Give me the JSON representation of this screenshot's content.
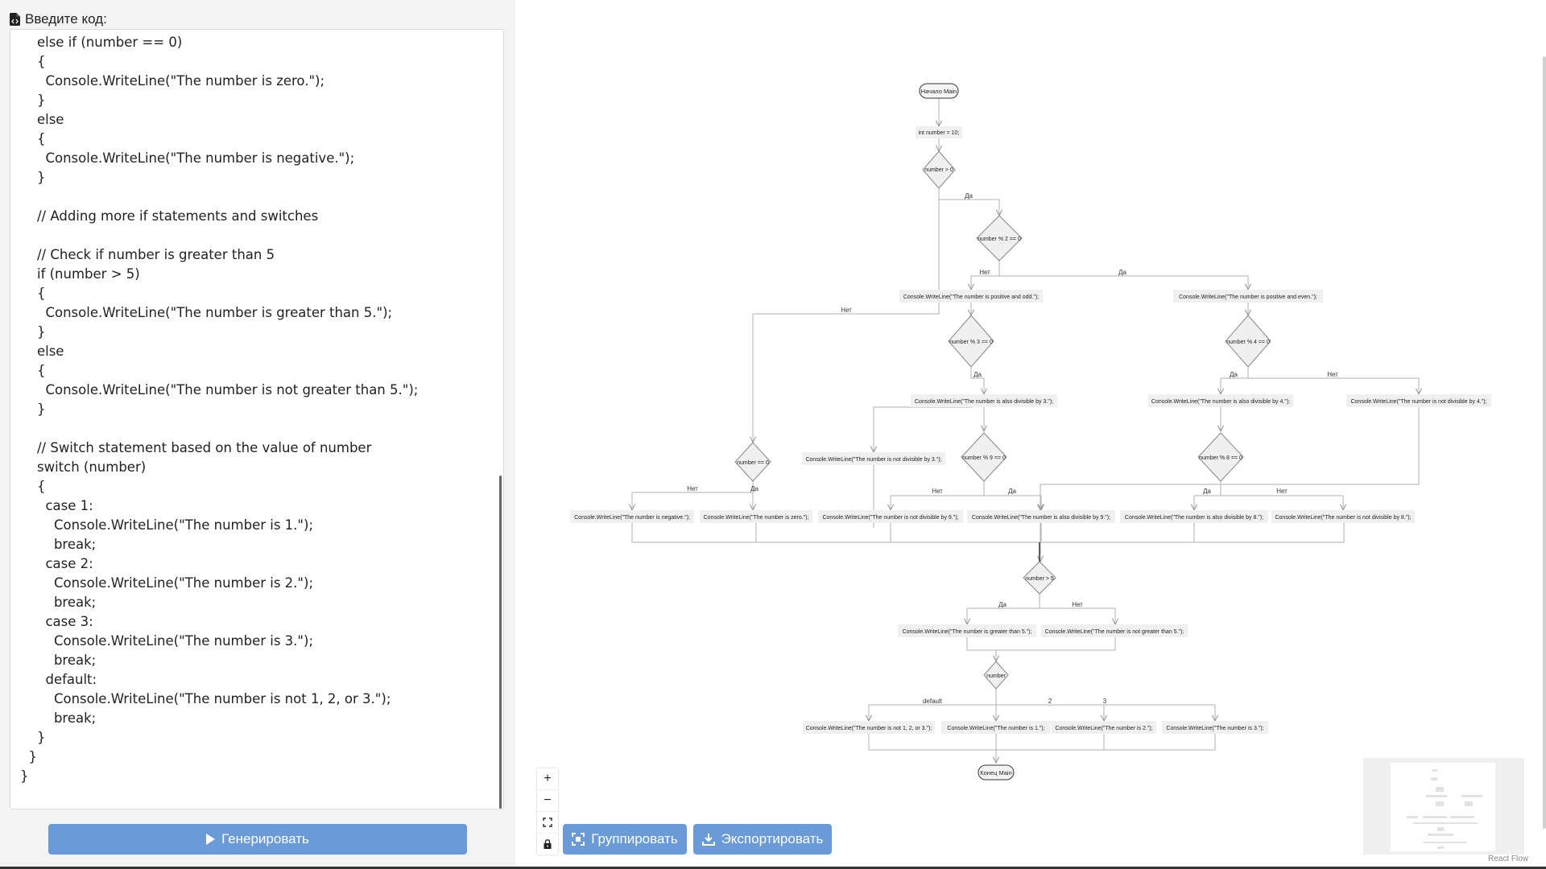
{
  "code_panel": {
    "label": "Введите код:",
    "label_icon": "code-file-icon",
    "code": "    else if (number == 0)\n    {\n      Console.WriteLine(\"The number is zero.\");\n    }\n    else\n    {\n      Console.WriteLine(\"The number is negative.\");\n    }\n\n    // Adding more if statements and switches\n\n    // Check if number is greater than 5\n    if (number > 5)\n    {\n      Console.WriteLine(\"The number is greater than 5.\");\n    }\n    else\n    {\n      Console.WriteLine(\"The number is not greater than 5.\");\n    }\n\n    // Switch statement based on the value of number\n    switch (number)\n    {\n      case 1:\n        Console.WriteLine(\"The number is 1.\");\n        break;\n      case 2:\n        Console.WriteLine(\"The number is 2.\");\n        break;\n      case 3:\n        Console.WriteLine(\"The number is 3.\");\n        break;\n      default:\n        Console.WriteLine(\"The number is not 1, 2, or 3.\");\n        break;\n    }\n  }\n}",
    "generate_button": "Генерировать"
  },
  "toolbar": {
    "group_button": "Группировать",
    "export_button": "Экспортировать",
    "zoom_in": "+",
    "zoom_out": "−"
  },
  "flowchart": {
    "nodes": {
      "start": "Начало Main",
      "decl": "int number = 10;",
      "d_pos": "number > 0",
      "d_mod2": "number % 2 == 0",
      "odd": "Console.WriteLine(\"The number is positive and odd.\");",
      "even": "Console.WriteLine(\"The number is positive and even.\");",
      "d_mod3": "number % 3 == 0",
      "d_mod4": "number % 4 == 0",
      "div3": "Console.WriteLine(\"The number is also divisible by 3.\");",
      "div4": "Console.WriteLine(\"The number is also divisible by 4.\");",
      "notdiv4": "Console.WriteLine(\"The number is not divisible by 4.\");",
      "notdiv3": "Console.WriteLine(\"The number is not divisible by 3.\");",
      "d_zero": "number == 0",
      "d_mod9": "number % 9 == 0",
      "d_mod8": "number % 8 == 0",
      "neg": "Console.WriteLine(\"The number is negative.\");",
      "zero": "Console.WriteLine(\"The number is zero.\");",
      "notdiv9": "Console.WriteLine(\"The number is not divisible by 9.\");",
      "div9": "Console.WriteLine(\"The number is also divisible by 9.\");",
      "div8": "Console.WriteLine(\"The number is also divisible by 8.\");",
      "notdiv8": "Console.WriteLine(\"The number is not divisible by 8.\");",
      "d_gt5": "number > 5",
      "gt5": "Console.WriteLine(\"The number is greater than 5.\");",
      "notgt5": "Console.WriteLine(\"The number is not greater than 5.\");",
      "d_switch": "number",
      "c_default": "Console.WriteLine(\"The number is not 1, 2, or 3.\");",
      "c1": "Console.WriteLine(\"The number is 1.\");",
      "c2": "Console.WriteLine(\"The number is 2.\");",
      "c3": "Console.WriteLine(\"The number is 3.\");",
      "end": "Конец Main"
    },
    "labels": {
      "yes": "Да",
      "no": "Нет",
      "default": "default",
      "two": "2",
      "three": "3"
    }
  },
  "attribution": "React Flow"
}
